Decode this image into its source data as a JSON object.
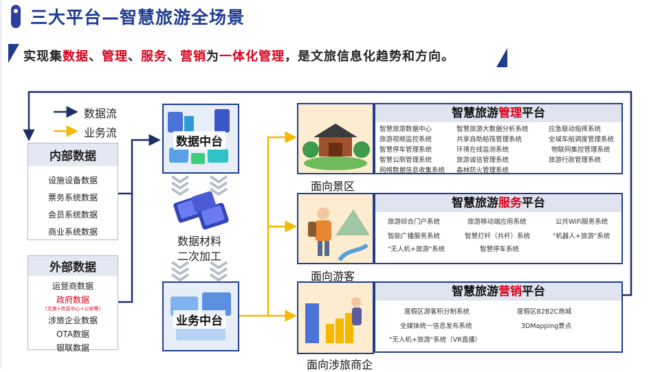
{
  "title": "三大平台—智慧旅游全场景",
  "subtitle": {
    "p1": "实现集",
    "k1": "数据",
    "s1": "、",
    "k2": "管理",
    "s2": "、",
    "k3": "服务",
    "s3": "、",
    "k4": "营销",
    "p2": "为",
    "k5": "一体化管理",
    "p3": "，是文旅信息化趋势和方向。"
  },
  "legend": {
    "data_flow": "数据流",
    "business_flow": "业务流"
  },
  "colors": {
    "primary": "#1f3c8f",
    "accent_red": "#d9001b",
    "business_arrow": "#f5b800",
    "data_arrow": "#1f2f66"
  },
  "internal": {
    "title": "内部数据",
    "items": [
      "设施设备数据",
      "票务系统数据",
      "会员系统数据",
      "商业系统数据"
    ]
  },
  "external": {
    "title": "外部数据",
    "items": [
      "运营商数据",
      "政府数据",
      "(文旅+信息中心+公安等)",
      "涉旅企业数据",
      "OTA数据",
      "银联数据"
    ]
  },
  "data_center": {
    "label": "数据中台"
  },
  "process": {
    "line1": "数据材料",
    "line2": "二次加工"
  },
  "business_center": {
    "label": "业务中台"
  },
  "scenes": {
    "scenic": "面向景区",
    "tourist": "面向游客",
    "business": "面向涉旅商企"
  },
  "management": {
    "title_pre": "智慧旅游",
    "title_key": "管理",
    "title_post": "平台",
    "systems": [
      "智慧旅游数据中心",
      "智慧旅游大数据分析系统",
      "应急联动指挥系统",
      "旅游视频监控系统",
      "共享自助船筏管理系统",
      "全域车船调度管理系统",
      "智慧停车管理系统",
      "环境在线监测系统",
      "物联网集控管理系统",
      "智慧公厕管理系统",
      "旅游诚信管理系统",
      "旅游行政管理系统",
      "网络数据信息收集系统",
      "森林防火管理系统"
    ]
  },
  "service": {
    "title_pre": "智慧旅游",
    "title_key": "服务",
    "title_post": "平台",
    "systems": [
      "旅游综合门户系统",
      "旅游移动端应用系统",
      "公共WiFi服务系统",
      "智能广播服务系统",
      "智慧灯杆（共杆）系统",
      "\"机器人+旅游\"系统",
      "\"无人机+旅游\"系统",
      "智慧停车系统"
    ]
  },
  "marketing": {
    "title_pre": "智慧旅游",
    "title_key": "营销",
    "title_post": "平台",
    "systems": [
      "度假区游客积分制系统",
      "度假区B2B2C商城",
      "全媒体统一信息发布系统",
      "3DMapping景点",
      "\"无人机+旅游\"系统（VR直播）"
    ]
  }
}
